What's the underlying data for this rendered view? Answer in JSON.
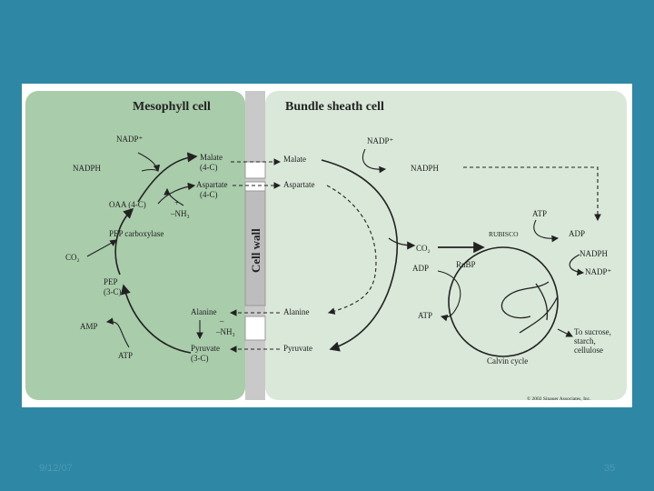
{
  "colors": {
    "background": "#2e87a4",
    "mesophyll_fill": "#a9ccab",
    "bundle_sheath_fill": "#d9e8d8",
    "wall_fill": "#c9c9c9",
    "line": "#222222"
  },
  "headers": {
    "mesophyll": "Mesophyll cell",
    "bundle_sheath": "Bundle sheath cell",
    "cell_wall": "Cell wall"
  },
  "mesophyll": {
    "nadp_plus": "NADP⁺",
    "nadph": "NADPH",
    "malate": "Malate",
    "malate_c": "(4-C)",
    "aspartate": "Aspartate",
    "aspartate_c": "(4-C)",
    "oaa": "OAA (4-C)",
    "nh3_plus": "+",
    "nh3": "–NH₃",
    "pep_carboxylase": "PEP carboxylase",
    "co2": "CO₂",
    "pep": "PEP",
    "pep_c": "(3-C)",
    "amp": "AMP",
    "atp": "ATP",
    "alanine": "Alanine",
    "nh3_minus": "–",
    "nh3_b": "–NH₃",
    "pyruvate": "Pyruvate",
    "pyruvate_c": "(3-C)"
  },
  "bundle": {
    "malate": "Malate",
    "aspartate": "Aspartate",
    "alanine": "Alanine",
    "pyruvate": "Pyruvate",
    "nadp_plus": "NADP⁺",
    "nadph": "NADPH",
    "co2": "CO₂",
    "adp": "ADP",
    "atp": "ATP",
    "rubisco": "RUBISCO",
    "atp2": "ATP",
    "adp2": "ADP",
    "nadph2": "NADPH",
    "nadp_plus2": "NADP⁺",
    "rubp": "RuBP",
    "to_sucrose": "To sucrose,",
    "starch": "starch,",
    "cellulose": "cellulose",
    "calvin": "Calvin cycle"
  },
  "copyright": "© 2002 Sinauer Associates, Inc.",
  "footer": {
    "date": "9/12/07",
    "page": "35"
  }
}
